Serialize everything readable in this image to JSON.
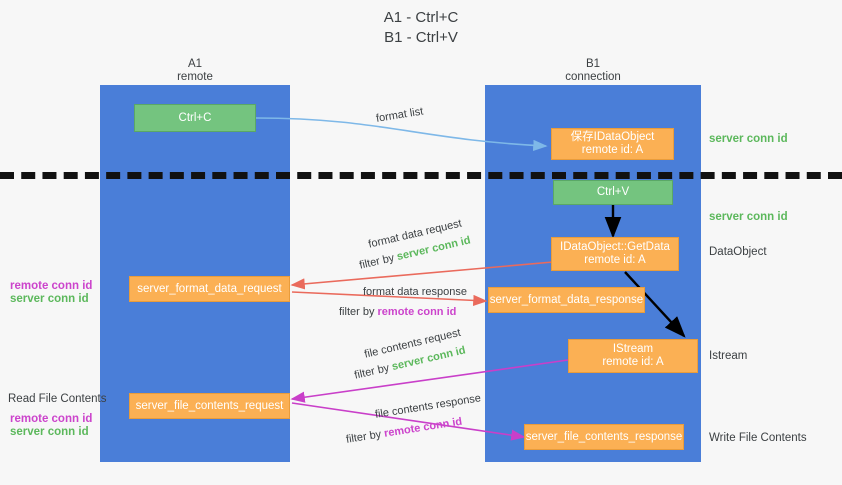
{
  "title": "A1 - Ctrl+C\nB1 - Ctrl+V",
  "lanes": [
    {
      "name": "A1",
      "sub": "remote",
      "header": "A1\nremote"
    },
    {
      "name": "B1",
      "sub": "connection",
      "header": "B1\nconnection"
    }
  ],
  "nodes": {
    "ctrl_c": "Ctrl+C",
    "save_idataobject": "保存IDataObject\nremote id: A",
    "ctrl_v": "Ctrl+V",
    "getdata": "IDataObject::GetData\nremote id: A",
    "server_format_data_request": "server_format_data_request",
    "server_format_data_response": "server_format_data_response",
    "istream": "IStream\nremote id: A",
    "server_file_contents_request": "server_file_contents_request",
    "server_file_contents_response": "server_file_contents_response"
  },
  "right_labels": {
    "server_conn_id_top": "server conn id",
    "server_conn_id_mid": "server conn id",
    "dataobject": "DataObject",
    "istream": "Istream",
    "write_file_contents": "Write File Contents"
  },
  "left_labels": {
    "remote_conn_id_1": "remote conn id",
    "server_conn_id_1": "server conn id",
    "read_file_contents": "Read File Contents",
    "remote_conn_id_2": "remote conn id",
    "server_conn_id_2": "server conn id"
  },
  "edge_labels": {
    "format_list": "format list",
    "format_data_request": "format data request",
    "filter_by_1_prefix": "filter by ",
    "filter_by_1_value": "server conn id",
    "format_data_response": "format data response",
    "filter_by_2_prefix": "filter by ",
    "filter_by_2_value": "remote conn id",
    "file_contents_request": "file contents request",
    "filter_by_3_prefix": "filter by ",
    "filter_by_3_value": "server conn id",
    "file_contents_response": "file contents response",
    "filter_by_4_prefix": "filter by ",
    "filter_by_4_value": "remote conn id"
  },
  "colors": {
    "lane": "#4a7ed8",
    "green_node": "#74c47f",
    "orange_node": "#fbb054",
    "background": "#f7f7f7",
    "arrow_blue": "#7eb8e8",
    "arrow_red": "#ea6a5c",
    "arrow_magenta": "#c93fc9",
    "arrow_black": "#000000",
    "green_text": "#5cb85c",
    "magenta_text": "#cc44cc"
  }
}
